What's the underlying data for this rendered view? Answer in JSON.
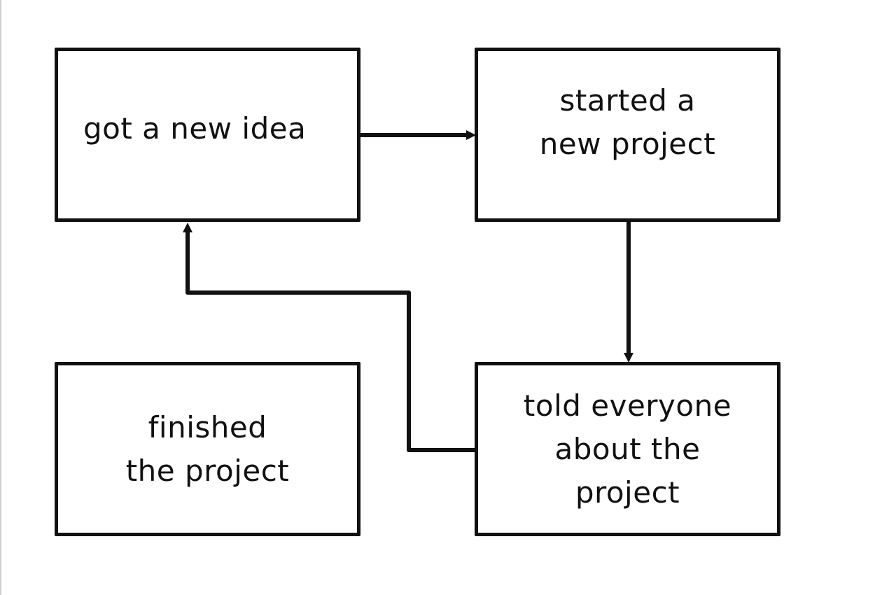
{
  "diagram": {
    "nodes": [
      {
        "id": "idea",
        "lines": [
          "got a new idea"
        ]
      },
      {
        "id": "started",
        "lines": [
          "started a",
          "new project"
        ]
      },
      {
        "id": "told",
        "lines": [
          "told everyone",
          "about the",
          "project"
        ]
      },
      {
        "id": "finished",
        "lines": [
          "finished",
          "the project"
        ]
      }
    ],
    "edges": [
      {
        "from": "idea",
        "to": "started"
      },
      {
        "from": "started",
        "to": "told"
      },
      {
        "from": "told",
        "to": "idea"
      }
    ],
    "colors": {
      "stroke": "#111111",
      "background": "#ffffff"
    }
  }
}
